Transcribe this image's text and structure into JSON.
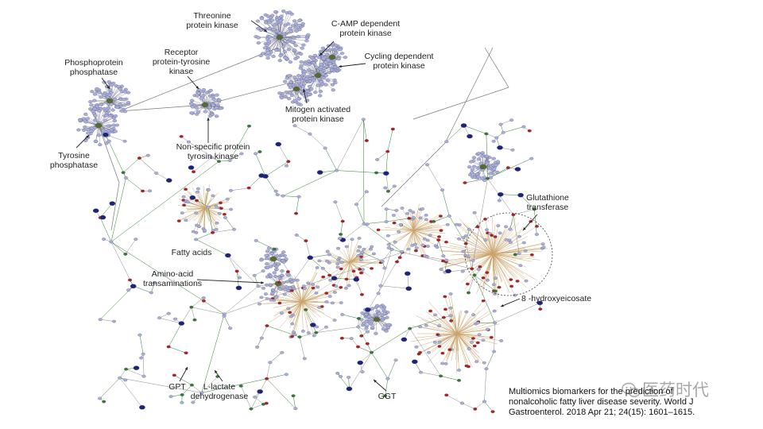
{
  "labels": {
    "threonine": "Threonine\nprotein kinase",
    "camp": "C-AMP dependent\nprotein kinase",
    "cycling": "Cycling dependent\nprotein kinase",
    "phosphoprotein": "Phosphoprotein\nphosphatase",
    "receptor": "Receptor\nprotein-tyrosine\nkinase",
    "mitogen": "Mitogen activated\nprotein kinase",
    "nonspecific": "Non-specific protein\ntyrosin kinase",
    "tyrosine": "Tyrosine\nphosphatase",
    "glutathione": "Glutathione\ntransferase",
    "fatty": "Fatty acids",
    "amino": "Amino-acid\ntransaminations",
    "hydroxy": "8 -hydroxyeicosate",
    "gpt": "GPT",
    "llactate": "L-lactate\ndehydrogenase",
    "ggt": "GGT"
  },
  "caption": "Multiomics biomarkers for the prediction of\nnonalcoholic fatty liver disease severity. World J\nGastroenterol. 2018 Apr 21; 24(15): 1601–1615.",
  "watermark": "医药时代",
  "colors": {
    "node_blue": "#a8aee0",
    "node_dark": "#1a237e",
    "node_red": "#b71c1c",
    "node_green": "#2e7d32",
    "edge_tan": "#c9a46b",
    "edge_gray": "#888888"
  }
}
